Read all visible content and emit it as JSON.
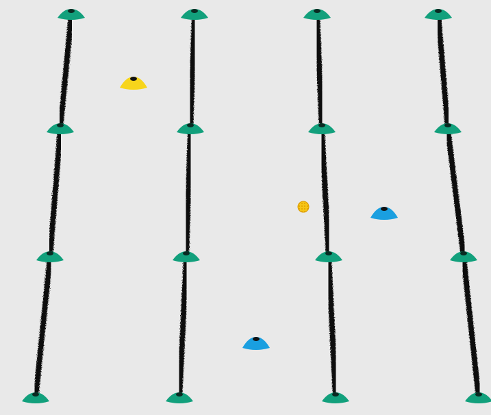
{
  "board": {
    "rows": 3,
    "cols": 3,
    "background": "#e9e9e9",
    "line_color": "#111111",
    "grid_cone_color": "#12a07c",
    "grid_cone_hole_color": "#0a2a22"
  },
  "pieces": [
    {
      "name": "yellow-cone",
      "color": "#f7d51b",
      "cell": [
        0,
        0
      ]
    },
    {
      "name": "blue-cone-1",
      "color": "#1a9fe0",
      "cell": [
        1,
        2
      ]
    },
    {
      "name": "blue-cone-2",
      "color": "#1a9fe0",
      "cell": [
        2,
        1
      ]
    },
    {
      "name": "ball",
      "color": "#f5c518",
      "cell": [
        1,
        1
      ]
    }
  ]
}
